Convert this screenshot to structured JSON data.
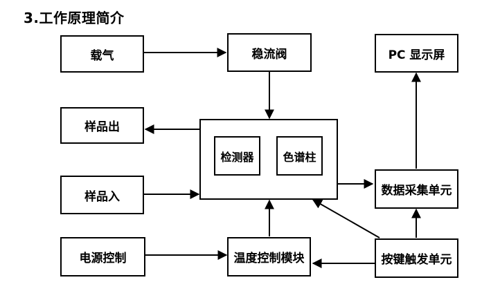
{
  "header": {
    "title": "3.工作原理简介"
  },
  "blocks": {
    "carrier_gas": "载气",
    "regulator_valve": "稳流阀",
    "pc_display": "PC 显示屏",
    "sample_out": "样品出",
    "detector": "检测器",
    "column": "色谱柱",
    "sample_in": "样品入",
    "data_acquisition": "数据采集单元",
    "power_control": "电源控制",
    "temp_control": "温度控制模块",
    "key_trigger": "按键触发单元"
  }
}
